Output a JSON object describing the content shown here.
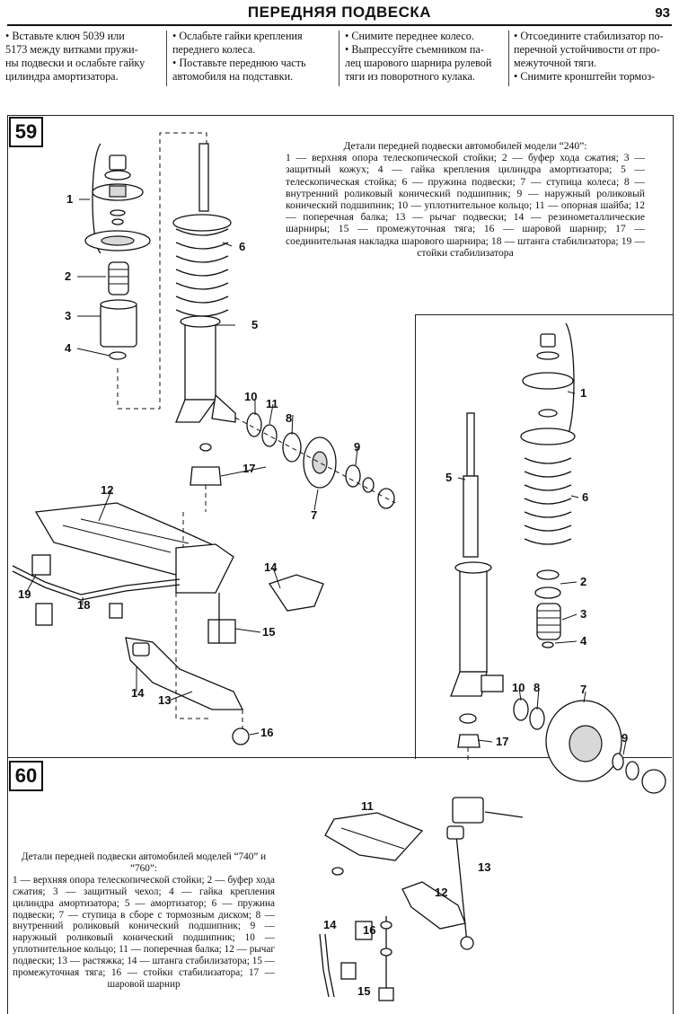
{
  "header": {
    "title": "ПЕРЕДНЯЯ ПОДВЕСКА",
    "page_number": "93"
  },
  "instructions": [
    {
      "text": "• Вставьте ключ 5039 или\n5173 между витками пружи-\nны подвески и ослабьте гайку\nцилиндра амортизатора."
    },
    {
      "text": "• Ослабьте гайки крепления\nпереднего колеса.\n• Поставьте переднюю часть\nавтомобиля на подставки."
    },
    {
      "text": "• Снимите переднее колесо.\n• Выпрессуйте съемником па-\nлец шарового шарнира рулевой\nтяги из поворотного кулака."
    },
    {
      "text": "• Отсоедините стабилизатор по-\nперечной устойчивости от про-\nмежуточной тяги.\n• Снимите кронштейн тормоз-\nных шлангов."
    }
  ],
  "figure59": {
    "number": "59",
    "caption_title": "Детали передней подвески автомобилей модели “240”:",
    "caption_body": "1 — верхняя опора телескопической стойки; 2 — буфер хода сжатия; 3 — защитный кожух; 4 — гайка крепления цилиндра амортизатора; 5 — телескопическая стойка; 6 — пружина подвески; 7 — ступица колеса; 8 — внутренний роликовый конический подшипник; 9 — наружный роликовый конический подшипник; 10 — уплотнительное кольцо; 11 — опорная шайба; 12 — поперечная балка; 13 — рычаг подвески; 14 — резинометаллические шарниры; 15 — промежуточная тяга; 16 — шаровой шарнир; 17 — соединительная накладка шарового шарнира; 18 — штанга стабилизатора; 19 — стойки стабилизатора",
    "callouts": [
      "1",
      "2",
      "3",
      "4",
      "5",
      "6",
      "7",
      "8",
      "9",
      "10",
      "11",
      "12",
      "13",
      "14",
      "15",
      "16",
      "17",
      "18",
      "19"
    ]
  },
  "figure60": {
    "number": "60",
    "caption_title": "Детали передней подвески автомобилей моделей “740” и “760”:",
    "caption_body": "1 — верхняя опора телескопической стойки; 2 — буфер хода сжатия; 3 — защитный чехол; 4 — гайка крепления цилиндра амортизатора; 5 — амортизатор; 6 — пружина подвески; 7 — ступица в сборе с тормозным диском; 8 — внутренний роликовый конический подшипник; 9 — наружный роликовый конический подшипник; 10 — уплотнительное кольцо; 11 — поперечная балка; 12 — рычаг подвески; 13 — растяжка; 14 — штанга стабилизатора; 15 — промежуточная тяга; 16 — стойки стабилизатора; 17 — шаровой шарнир",
    "callouts": [
      "1",
      "2",
      "3",
      "4",
      "5",
      "6",
      "7",
      "8",
      "9",
      "10",
      "11",
      "12",
      "13",
      "14",
      "15",
      "16",
      "17"
    ]
  }
}
